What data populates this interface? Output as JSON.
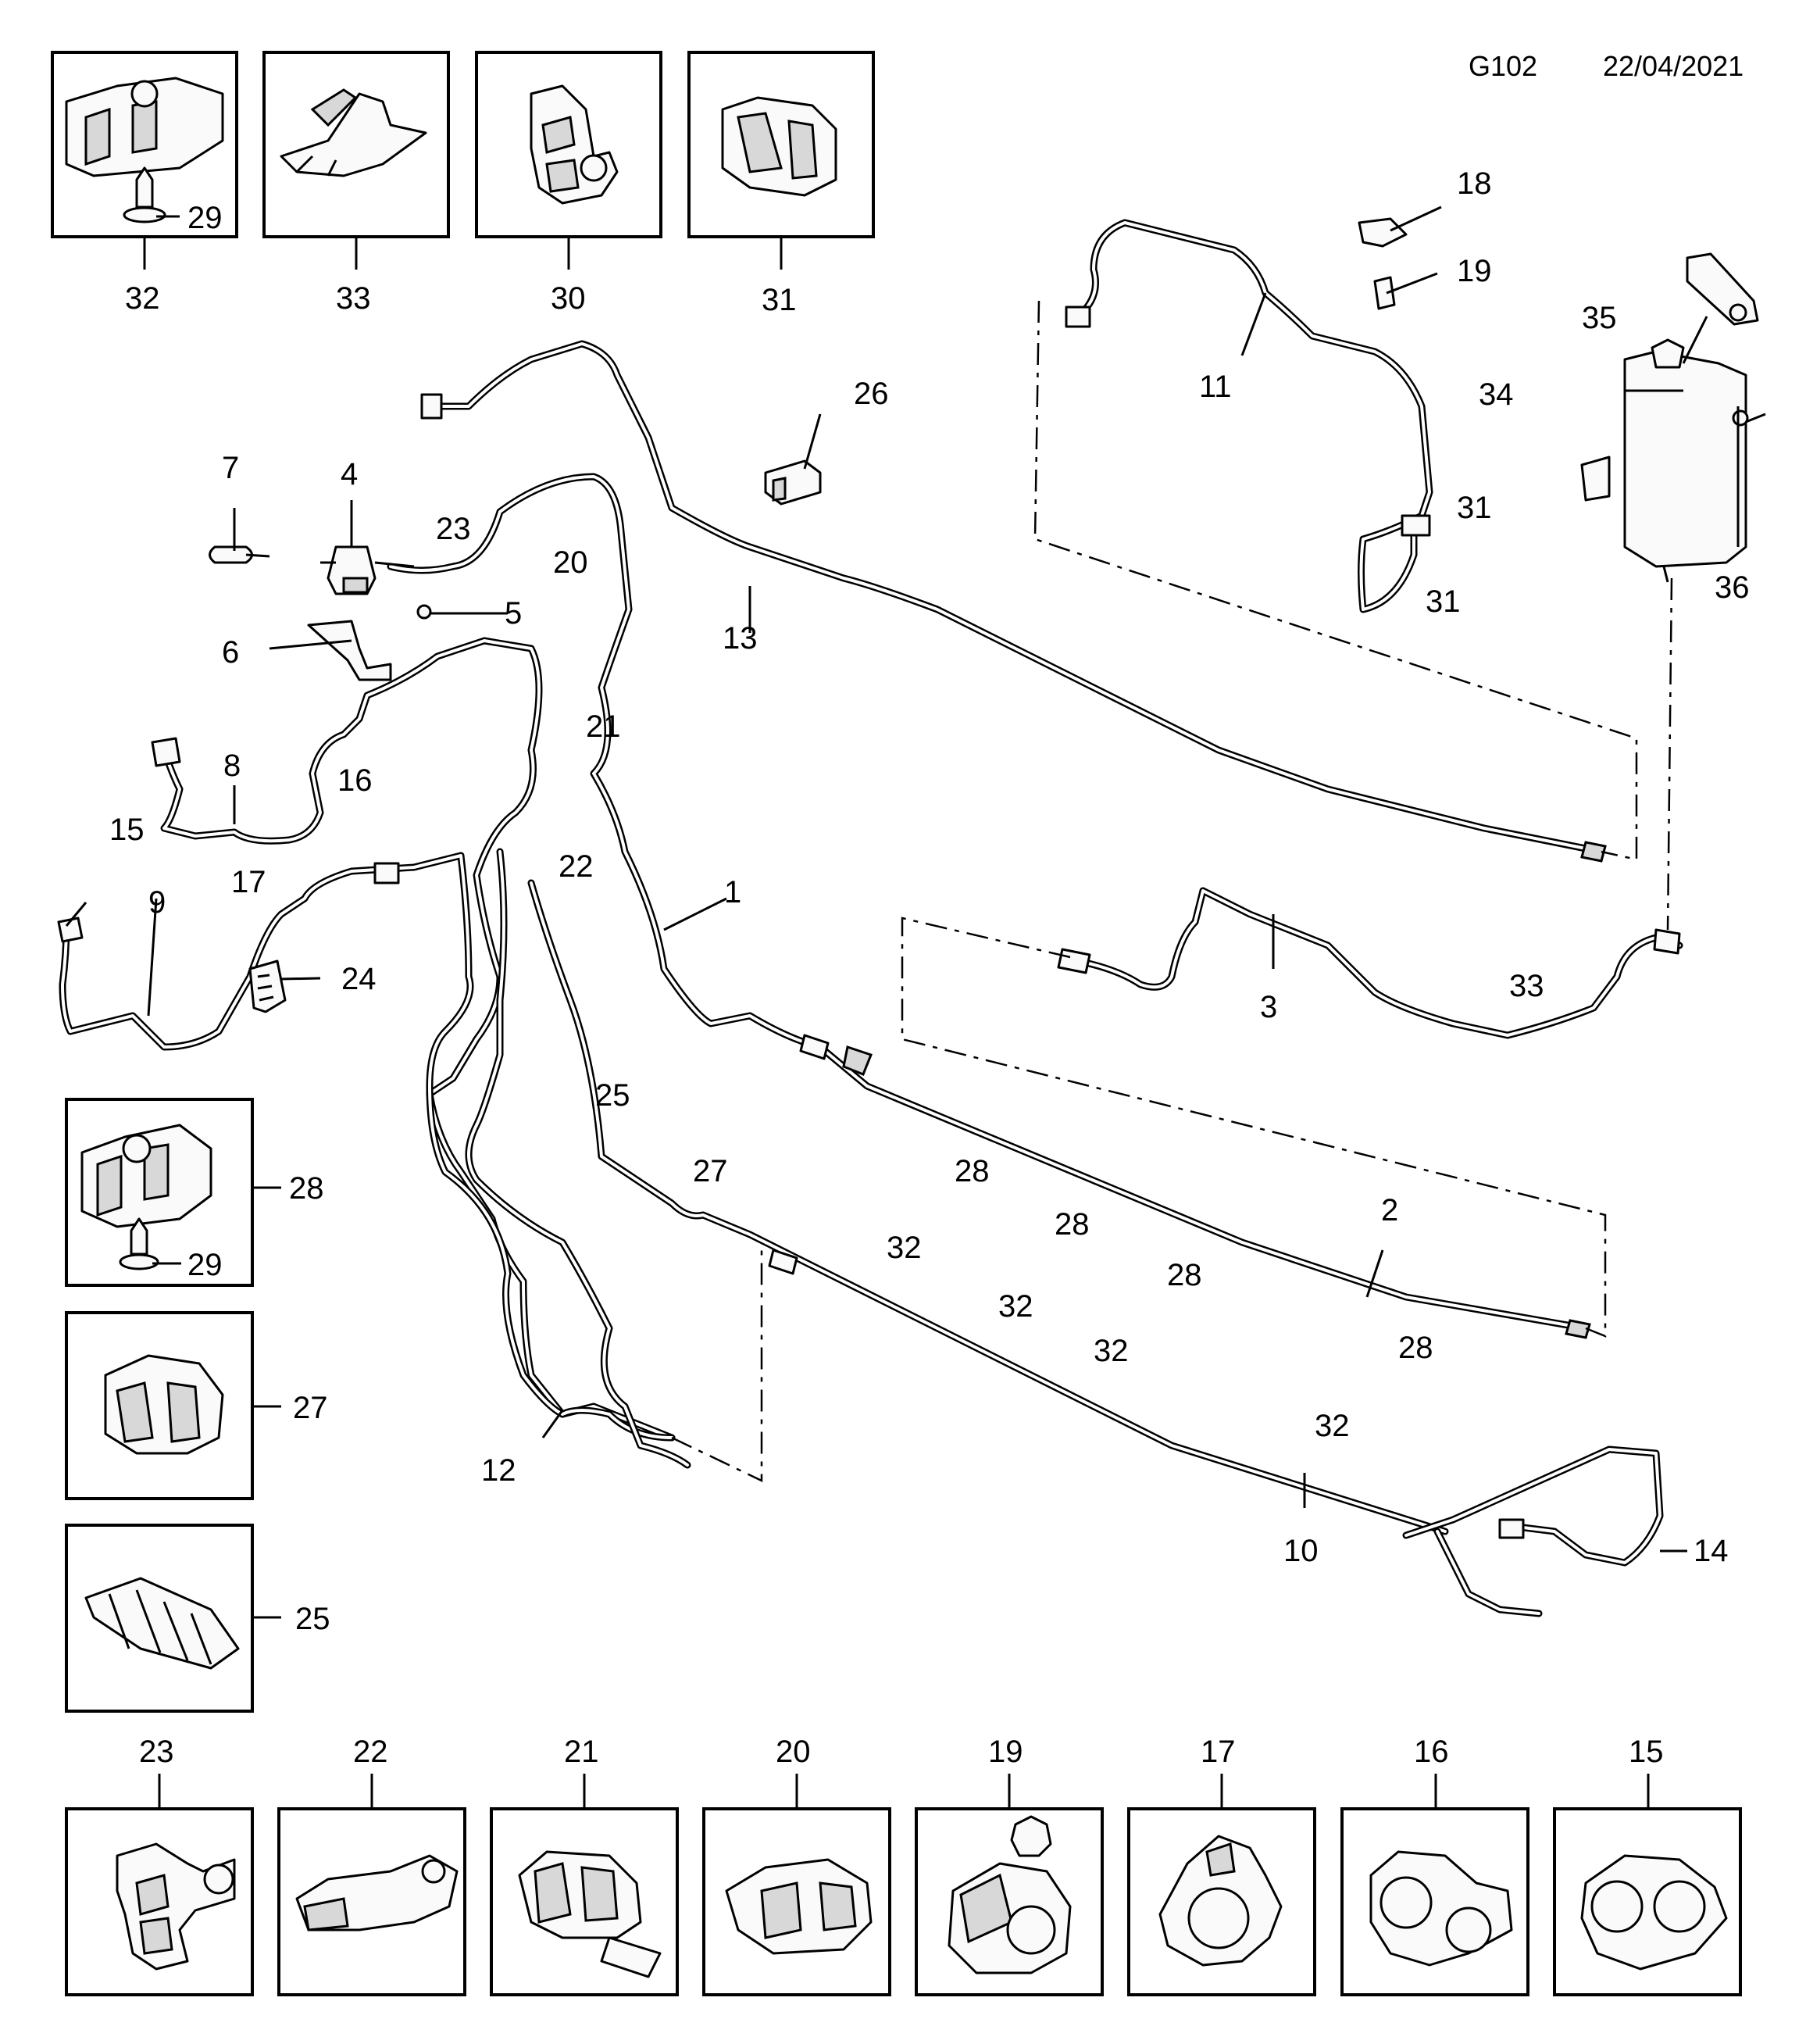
{
  "header": {
    "diagram_code": "G102",
    "date": "22/04/2021"
  },
  "inset_boxes": [
    {
      "name": "clip-32",
      "label": "32",
      "sub_label": "29"
    },
    {
      "name": "clip-33",
      "label": "33"
    },
    {
      "name": "clip-30",
      "label": "30"
    },
    {
      "name": "clip-31",
      "label": "31"
    },
    {
      "name": "clip-28",
      "label": "28",
      "sub_label": "29"
    },
    {
      "name": "clip-27",
      "label": "27"
    },
    {
      "name": "clip-25",
      "label": "25"
    },
    {
      "name": "clip-23",
      "label": "23"
    },
    {
      "name": "clip-22",
      "label": "22"
    },
    {
      "name": "clip-21",
      "label": "21"
    },
    {
      "name": "clip-20",
      "label": "20"
    },
    {
      "name": "clip-19",
      "label": "19"
    },
    {
      "name": "clip-17",
      "label": "17"
    },
    {
      "name": "clip-16",
      "label": "16"
    },
    {
      "name": "clip-15",
      "label": "15"
    }
  ],
  "callouts": [
    "18",
    "19",
    "11",
    "35",
    "34",
    "31",
    "31",
    "36",
    "26",
    "7",
    "4",
    "23",
    "20",
    "5",
    "6",
    "13",
    "21",
    "8",
    "16",
    "15",
    "17",
    "9",
    "22",
    "24",
    "1",
    "3",
    "33",
    "25",
    "27",
    "28",
    "28",
    "28",
    "28",
    "2",
    "32",
    "32",
    "32",
    "32",
    "12",
    "10",
    "14"
  ]
}
